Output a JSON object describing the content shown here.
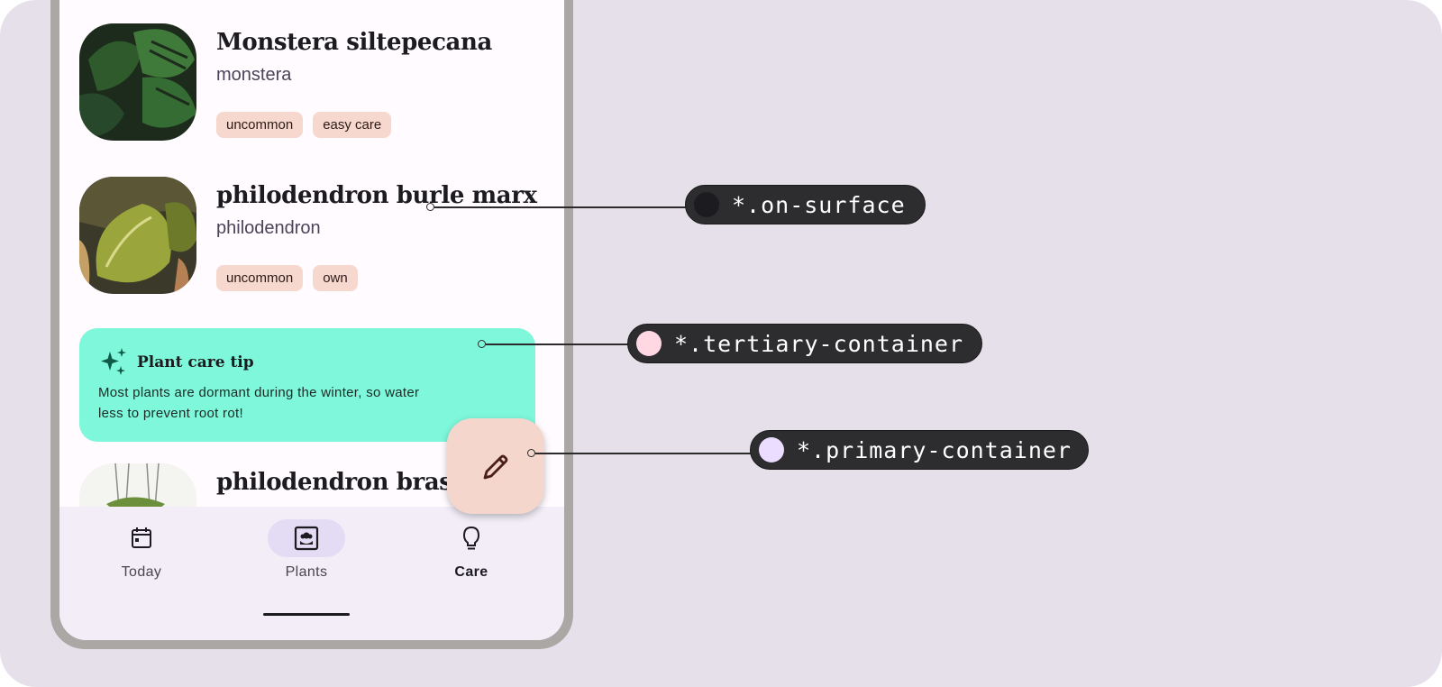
{
  "plants": [
    {
      "name": "Monstera siltepecana",
      "genus": "monstera",
      "tags": [
        "uncommon",
        "easy care"
      ]
    },
    {
      "name": "philodendron burle marx",
      "genus": "philodendron",
      "tags": [
        "uncommon",
        "own"
      ]
    },
    {
      "name": "philodendron brasil",
      "genus": "",
      "tags": []
    }
  ],
  "tip": {
    "title": "Plant care tip",
    "body": "Most plants are dormant during the winter, so water less to prevent root rot!",
    "icon": "sparkle-icon"
  },
  "fab": {
    "icon": "pencil-icon"
  },
  "nav": {
    "items": [
      {
        "label": "Today",
        "icon": "calendar-icon",
        "active": false
      },
      {
        "label": "Plants",
        "icon": "plant-frame-icon",
        "active": true
      },
      {
        "label": "Care",
        "icon": "lightbulb-icon",
        "active": false
      }
    ]
  },
  "annotations": [
    {
      "label": "*.on-surface",
      "swatch": "#1c1b1f"
    },
    {
      "label": "*.tertiary-container",
      "swatch": "#ffd8e4"
    },
    {
      "label": "*.primary-container",
      "swatch": "#eaddff"
    }
  ],
  "colors": {
    "background": "#e6e0eb",
    "tertiary_container_card": "#7ef7da",
    "chip": "#f7d8cf",
    "fab": "#f5d6cc",
    "nav_bar": "#f2edf7",
    "nav_active_pill": "#e4dcf4"
  }
}
